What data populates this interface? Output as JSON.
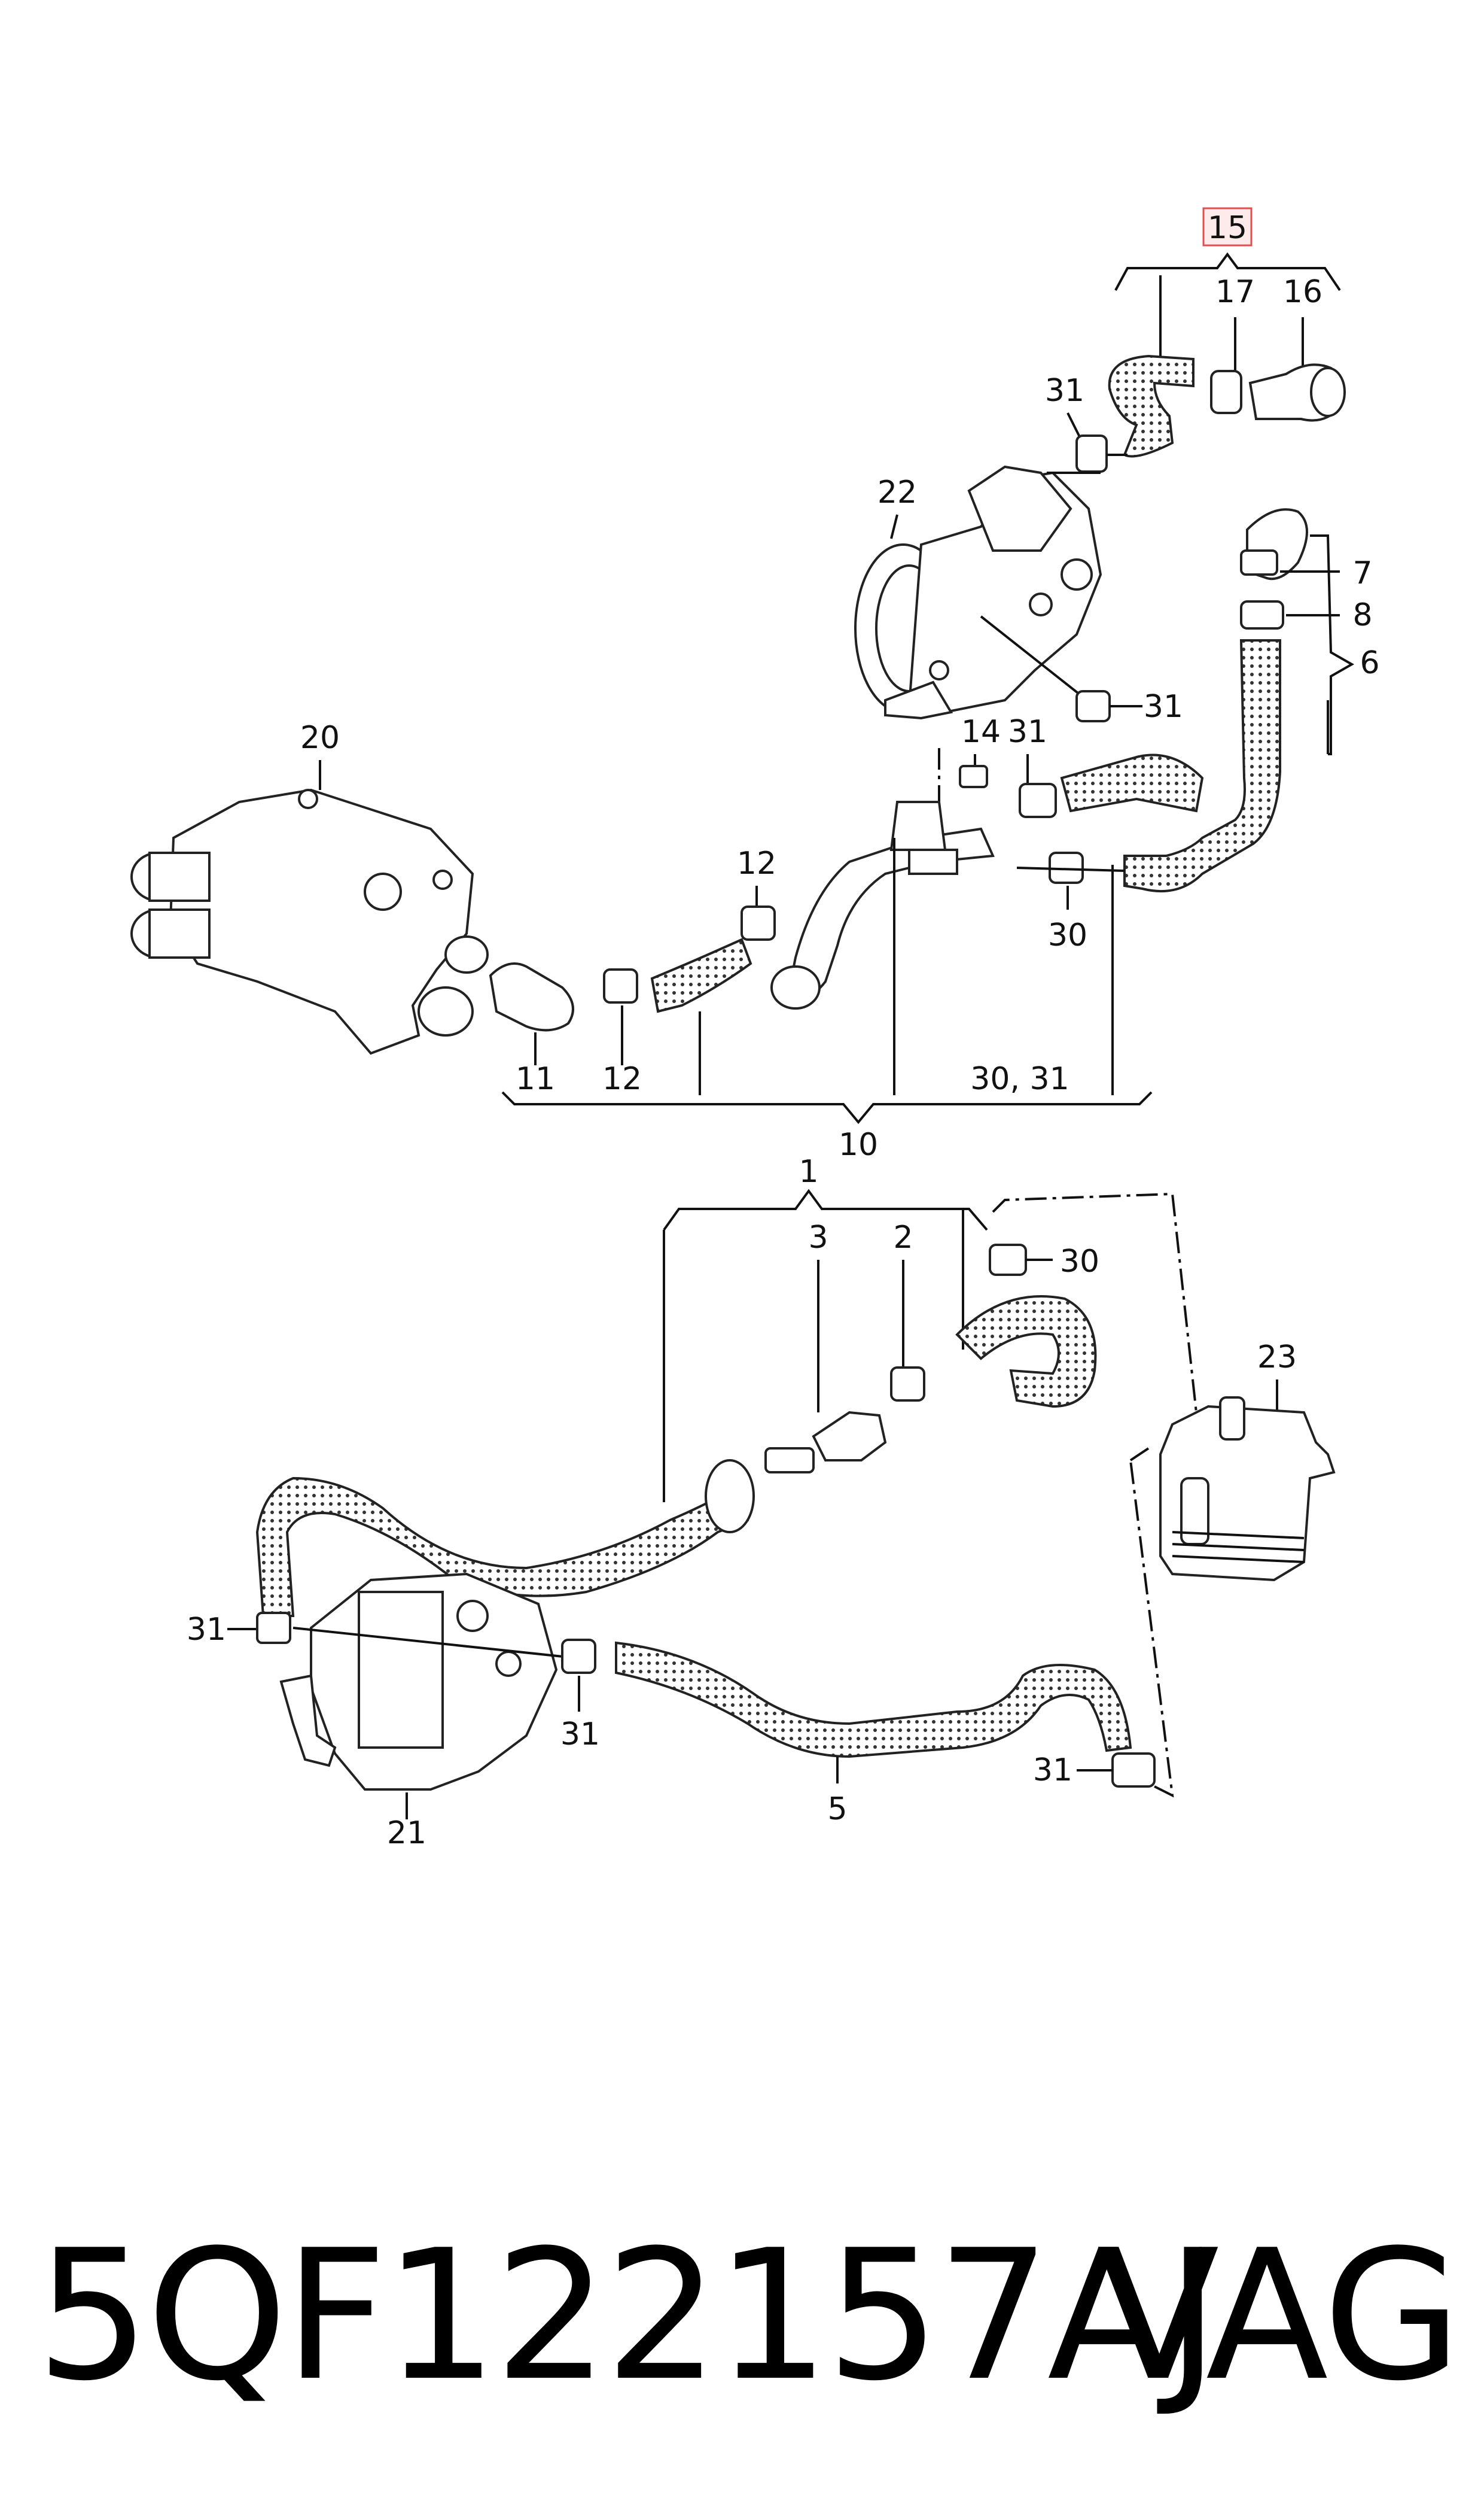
{
  "diagram": {
    "callouts": {
      "c1": "1",
      "c2": "2",
      "c3": "3",
      "c5": "5",
      "c6": "6",
      "c7": "7",
      "c8": "8",
      "c10": "10",
      "c11": "11",
      "c12a": "12",
      "c12b": "12",
      "c14": "14",
      "c15": "15",
      "c16": "16",
      "c17": "17",
      "c20": "20",
      "c21": "21",
      "c22": "22",
      "c23": "23",
      "c30a": "30",
      "c30b": "30",
      "c3031": "30, 31",
      "c31a": "31",
      "c31b": "31",
      "c31c": "31",
      "c31d": "31",
      "c31e": "31",
      "c31f": "31"
    },
    "highlight_color": "#e05050"
  },
  "footer": {
    "part_number": "5QF122157AJ",
    "brand": "VAG"
  }
}
